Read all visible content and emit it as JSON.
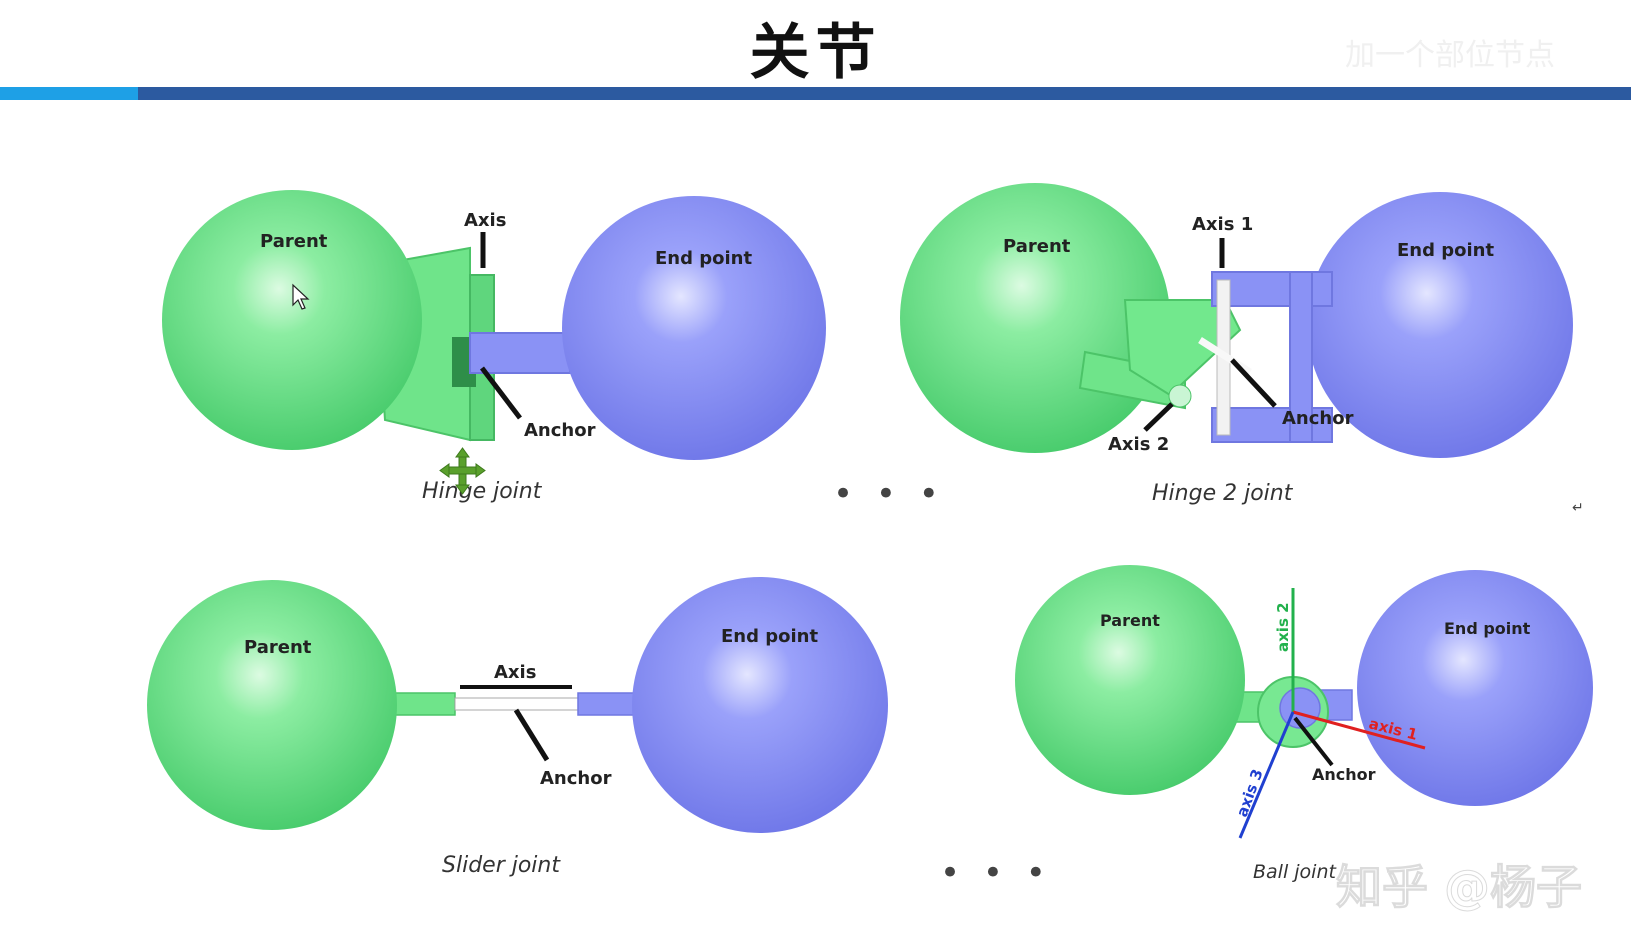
{
  "slide": {
    "title": "关节",
    "faint_caption": "加一个部位节点",
    "watermark": "知乎 @杨子"
  },
  "labels": {
    "parent": "Parent",
    "end_point": "End point",
    "axis": "Axis",
    "axis_1": "Axis 1",
    "axis_2": "Axis 2",
    "anchor": "Anchor",
    "axis_2_small": "axis 2",
    "axis_1_small": "axis 1",
    "axis_3_small": "axis 3"
  },
  "captions": {
    "hinge": "Hinge joint",
    "hinge2": "Hinge 2 joint",
    "slider": "Slider joint",
    "ball": "Ball joint"
  },
  "ellipsis": "• • •",
  "return_mark": "↵",
  "colors": {
    "green": "#6fe48a",
    "blue": "#8a92f5",
    "title_bar": "#2c5aa0",
    "title_accent": "#1ea0e6",
    "axis2_green": "#22b14c",
    "axis1_red": "#e02020",
    "axis3_blue": "#2040d0"
  }
}
